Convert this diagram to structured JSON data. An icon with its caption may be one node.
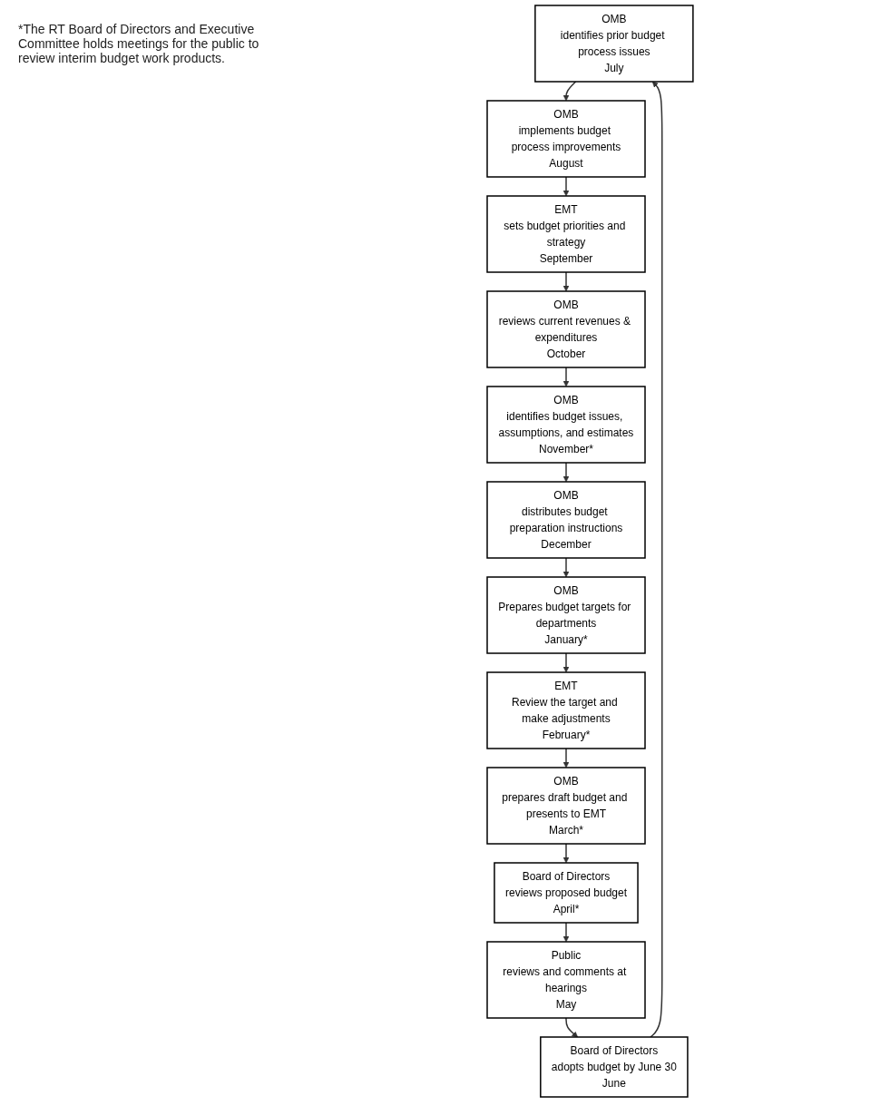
{
  "diagram": {
    "nodes": [
      {
        "text": [
          "OMB",
          "identifies prior budget process issues",
          "July"
        ]
      },
      {
        "text": [
          "OMB",
          "implements budget process improvements",
          "August"
        ]
      },
      {
        "text": [
          "EMT",
          "sets budget priorities and strategy",
          "September"
        ]
      },
      {
        "text": [
          "OMB",
          "reviews current revenues & expenditures",
          "October"
        ]
      },
      {
        "text": [
          "Board of Directors",
          "adopts budget by June 30",
          "June"
        ]
      },
      {
        "text": [
          "OMB",
          "identifies budget issues, assumptions, and estimates",
          "November*"
        ]
      },
      {
        "text": [
          "Public",
          "reviews and comments at hearings",
          "May"
        ]
      },
      {
        "text": [
          "OMB",
          "distributes budget preparation instructions",
          "December"
        ]
      },
      {
        "text": [
          "Board of Directors",
          "reviews proposed budget",
          "April*"
        ]
      },
      {
        "text": [
          "OMB",
          "prepares draft budget and presents to EMT",
          "March*"
        ]
      },
      {
        "text": [
          "EMT",
          "Review the target and make adjustments",
          "February*"
        ]
      },
      {
        "text": [
          "OMB",
          "Prepares budget targets for departments",
          "January*"
        ]
      }
    ],
    "edges": [
      {
        "from": 0,
        "to": 1,
        "arrow": "to"
      },
      {
        "from": 1,
        "to": 2,
        "arrow": "to"
      },
      {
        "from": 2,
        "to": 3,
        "arrow": "to"
      },
      {
        "from": 3,
        "to": 5,
        "arrow": "to"
      },
      {
        "from": 5,
        "to": 7,
        "arrow": "to"
      },
      {
        "from": 7,
        "to": 11,
        "arrow": "to"
      },
      {
        "from": 11,
        "to": 10,
        "arrow": "to"
      },
      {
        "from": 10,
        "to": 9,
        "arrow": "to"
      },
      {
        "from": 9,
        "to": 8,
        "arrow": "to"
      },
      {
        "from": 8,
        "to": 6,
        "arrow": "to"
      },
      {
        "from": 6,
        "to": 4,
        "arrow": "to"
      },
      {
        "from": 4,
        "to": 0,
        "arrow": "to"
      }
    ],
    "labels": [
      "*The RT Board of Directors and Executive Committee holds meetings for the public to review interim budget work products."
    ]
  }
}
